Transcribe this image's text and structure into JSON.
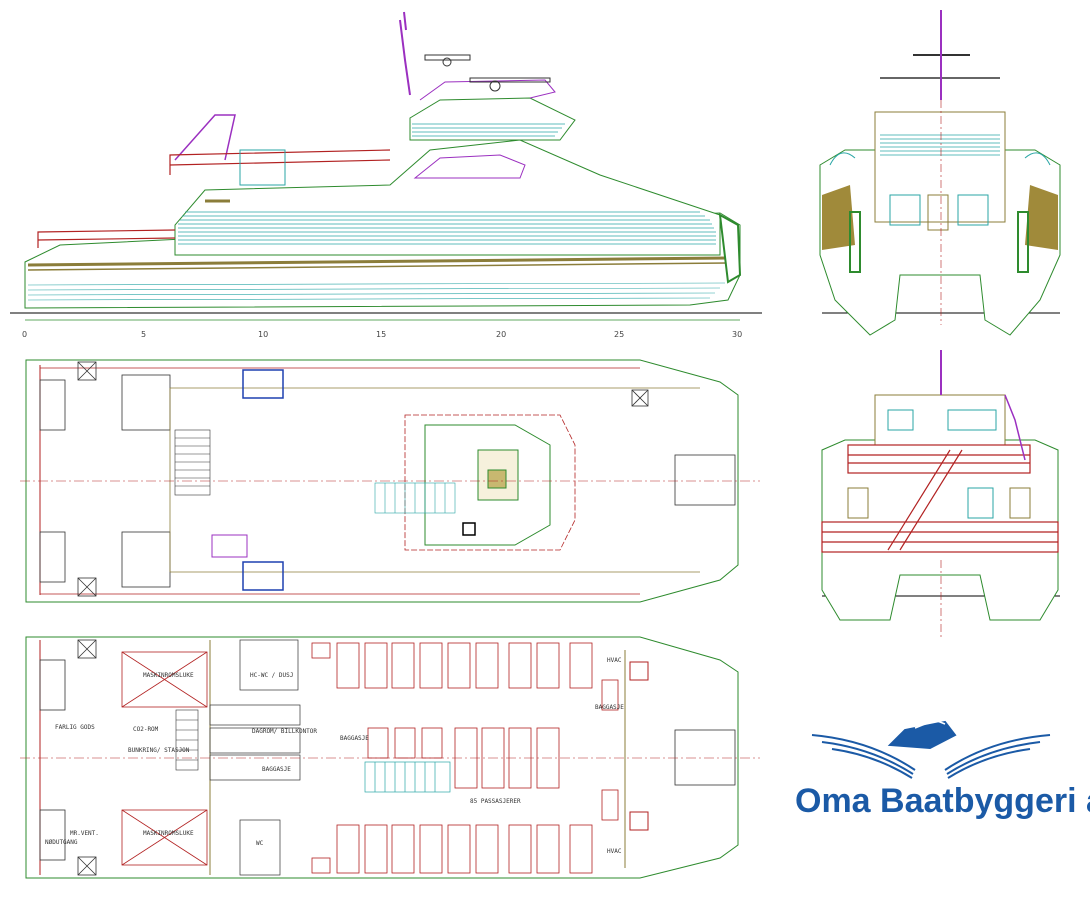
{
  "scale": {
    "ticks": [
      "0",
      "5",
      "10",
      "15",
      "20",
      "25",
      "30"
    ]
  },
  "labels": {
    "maskinromsluke_top": "MASKINROMSLUKE",
    "maskinromsluke_bottom": "MASKINROMSLUKE",
    "farlig_gods": "FARLIG GODS",
    "co2_rom": "CO2-ROM",
    "bunkring_stasjon": "BUNKRING/ STASJON",
    "mr_vent": "MR.VENT.",
    "nodutgang": "NØDUTGANG",
    "wc_dusj": "HC-WC / DUSJ",
    "dagrom_billkontor": "DAGROM/ BILLKONTOR",
    "baggasje_1": "BAGGASJE",
    "baggasje_2": "BAGGASJE",
    "baggasje_3": "BAGGASJE",
    "passasjerer": "85 PASSASJERER",
    "hvac_top": "HVAC",
    "hvac_bottom": "HVAC",
    "wc": "WC"
  },
  "brand": {
    "name": "Oma Baatbyggeri a.s",
    "primary_color": "#1b5aa6"
  },
  "colors": {
    "hull": "#2e8b2e",
    "rail": "#b22222",
    "window": "#2aa6a6",
    "detail": "#8b7d3a",
    "mast": "#9b30c0",
    "seat": "#b22222",
    "blue": "#1e40b0"
  }
}
